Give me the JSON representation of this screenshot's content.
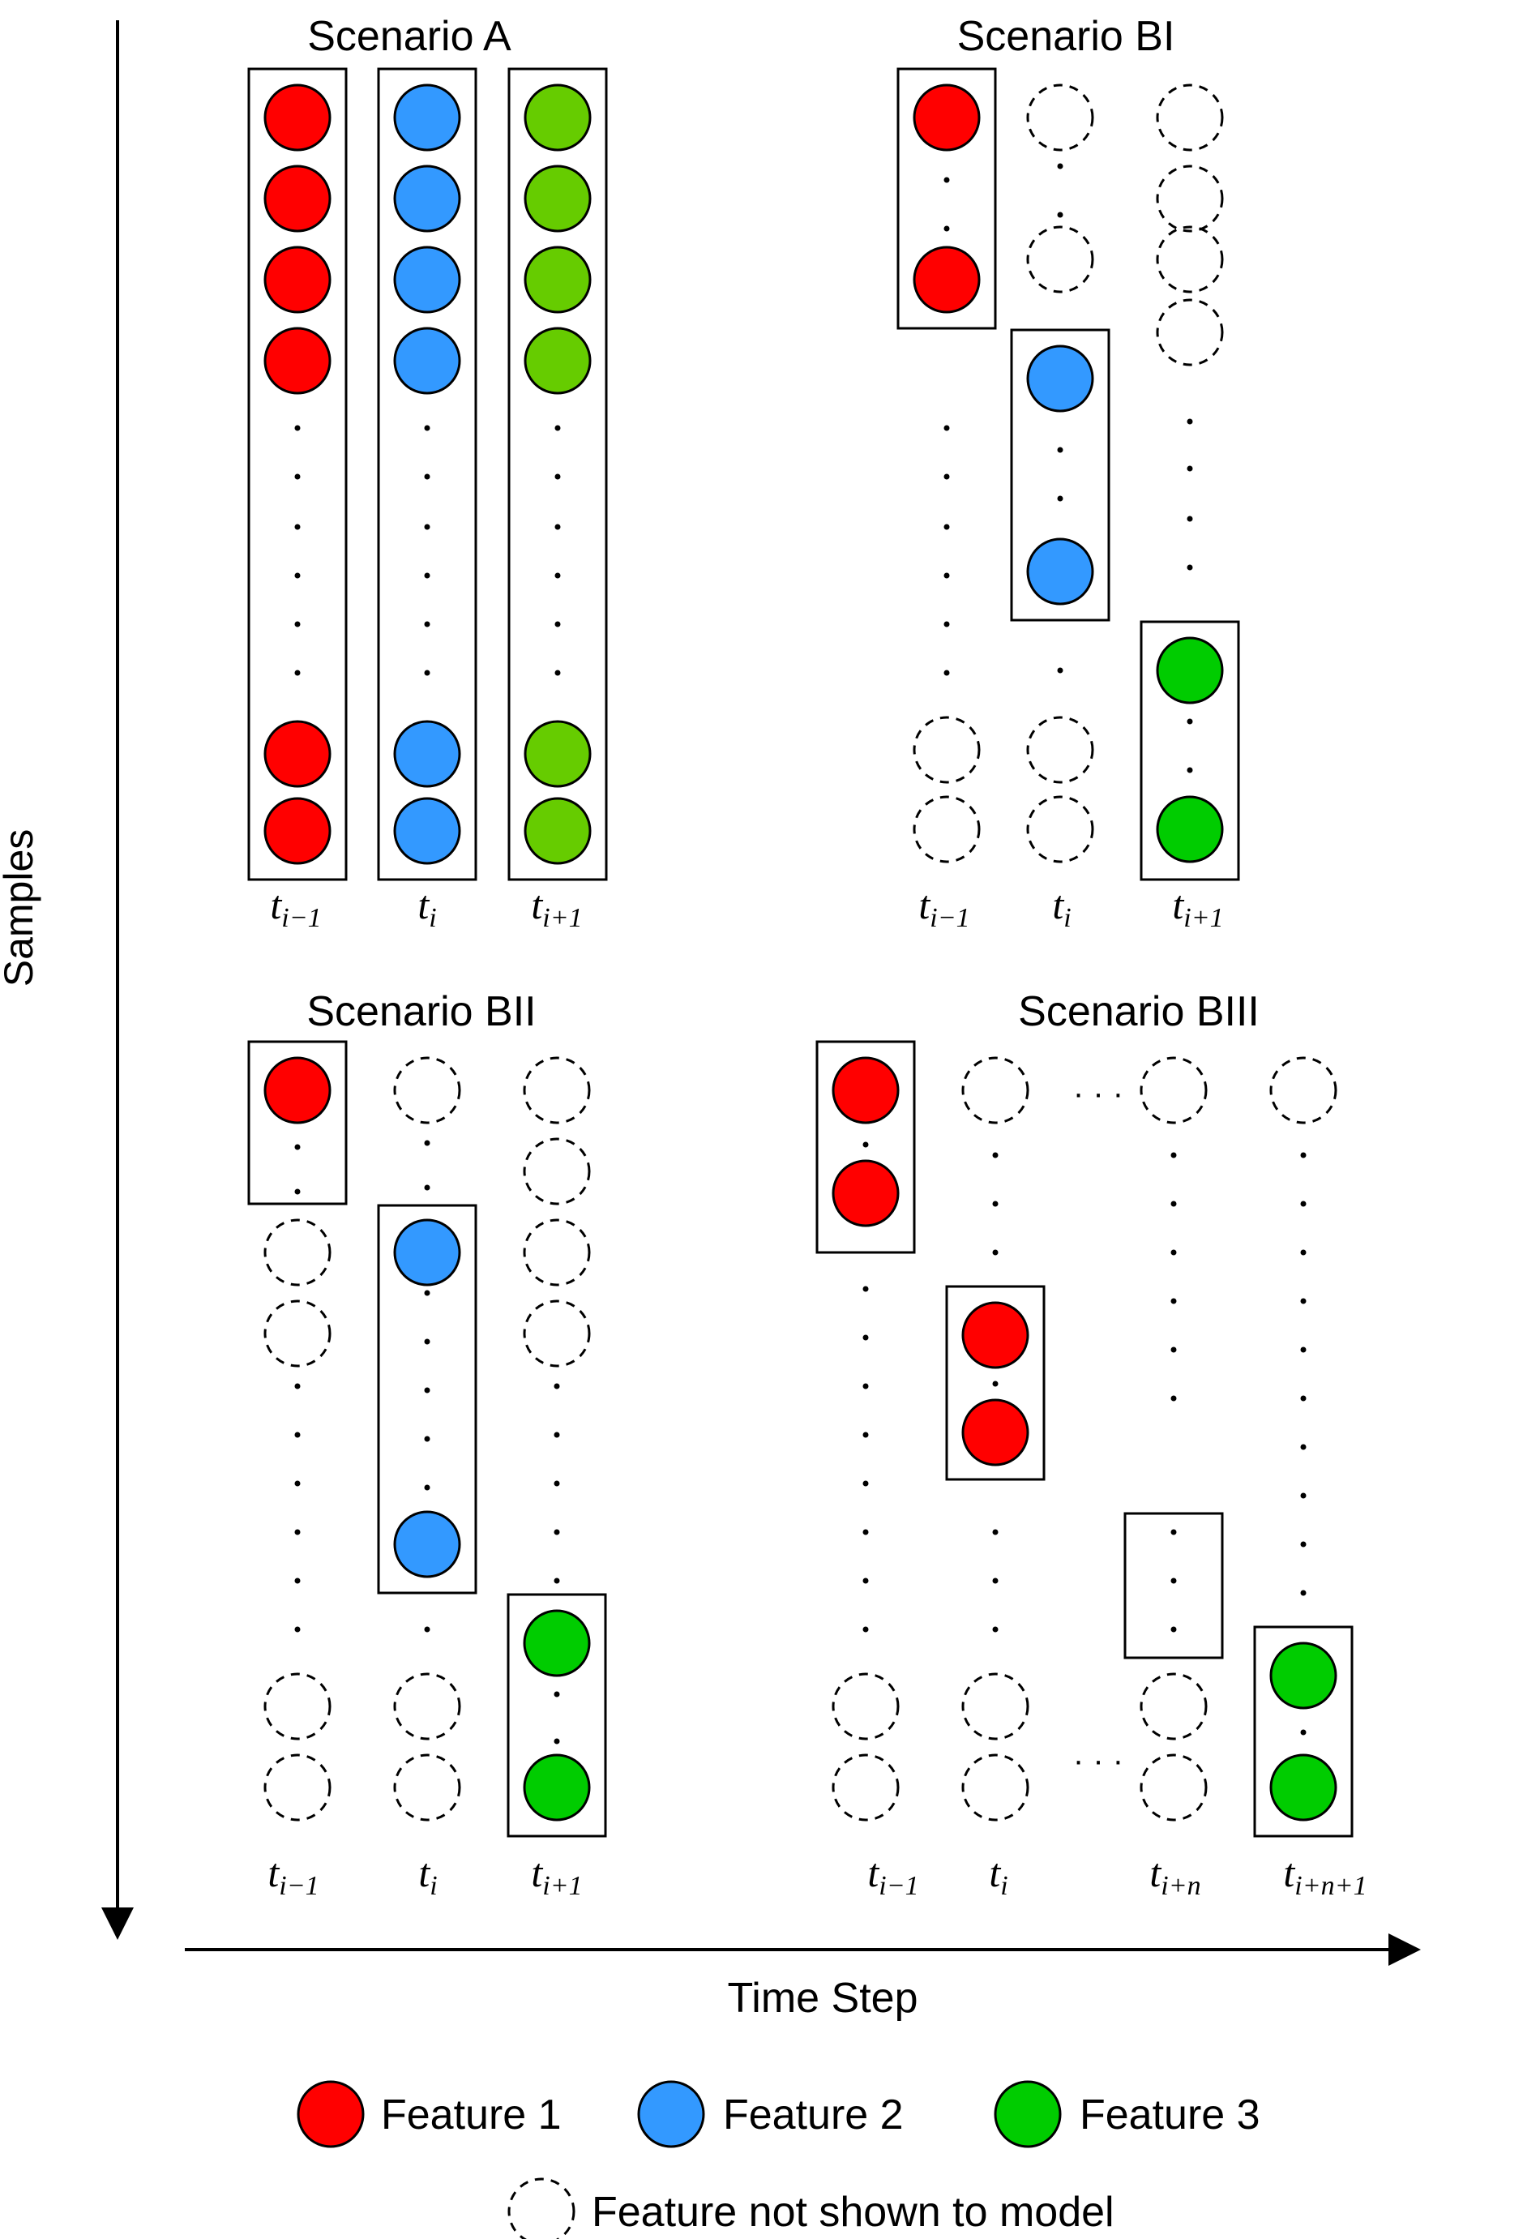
{
  "axes": {
    "y_label": "Samples",
    "x_label": "Time Step"
  },
  "colors": {
    "feature_1": "#ff0000",
    "feature_2": "#3399ff",
    "feature_3_a": "#66cc00",
    "feature_3": "#00cc00",
    "outline": "#000000",
    "background": "#ffffff"
  },
  "scenarios": [
    {
      "title": "Scenario A",
      "time_labels": [
        {
          "base": "t",
          "sub": "i−1"
        },
        {
          "base": "t",
          "sub": "i"
        },
        {
          "base": "t",
          "sub": "i+1"
        }
      ]
    },
    {
      "title": "Scenario BI",
      "time_labels": [
        {
          "base": "t",
          "sub": "i−1"
        },
        {
          "base": "t",
          "sub": "i"
        },
        {
          "base": "t",
          "sub": "i+1"
        }
      ]
    },
    {
      "title": "Scenario BII",
      "time_labels": [
        {
          "base": "t",
          "sub": "i−1"
        },
        {
          "base": "t",
          "sub": "i"
        },
        {
          "base": "t",
          "sub": "i+1"
        }
      ]
    },
    {
      "title": "Scenario BIII",
      "time_labels": [
        {
          "base": "t",
          "sub": "i−1"
        },
        {
          "base": "t",
          "sub": "i"
        },
        {
          "base": "t",
          "sub": "i+n"
        },
        {
          "base": "t",
          "sub": "i+n+1"
        }
      ],
      "ellipsis": "· · ·"
    }
  ],
  "legend": [
    {
      "label": "Feature 1",
      "key": "feature_1",
      "style": "solid"
    },
    {
      "label": "Feature 2",
      "key": "feature_2",
      "style": "solid"
    },
    {
      "label": "Feature 3",
      "key": "feature_3",
      "style": "solid"
    },
    {
      "label": "Feature not shown to model",
      "key": "hidden",
      "style": "dashed"
    }
  ]
}
